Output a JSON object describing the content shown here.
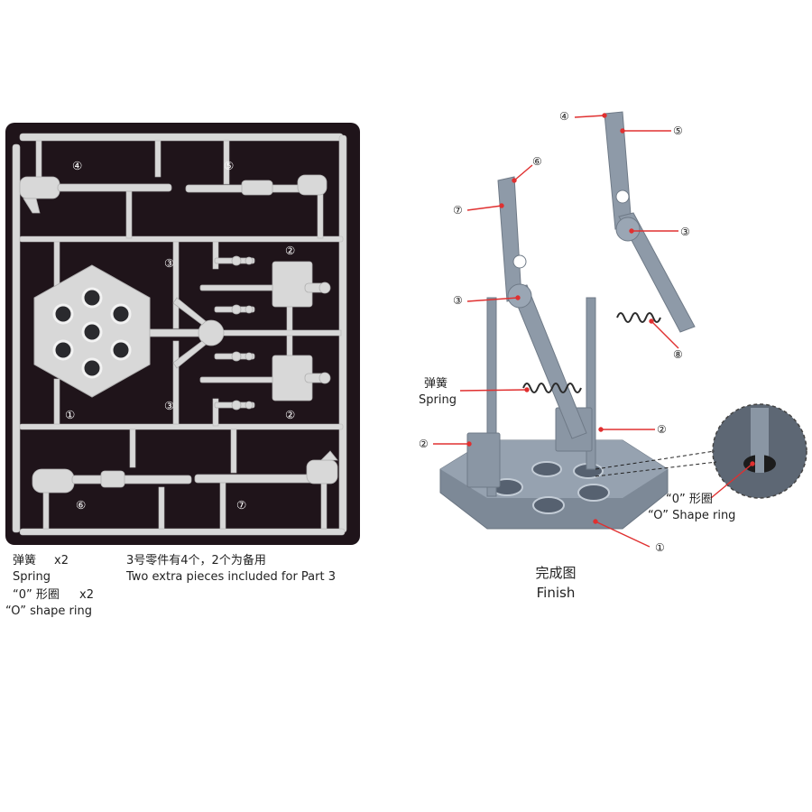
{
  "sprue": {
    "labels": [
      "④",
      "⑤",
      "③",
      "②",
      "③",
      "②",
      "①",
      "⑥",
      "⑦"
    ]
  },
  "notes": {
    "spring_cn": "弹簧",
    "spring_qty": "x2",
    "spring_en": "Spring",
    "oring_cn": "“0” 形圈",
    "oring_qty": "x2",
    "oring_en": "“O” shape ring",
    "extra_cn": "3号零件有4个，2个为备用",
    "extra_en": "Two extra pieces included  for Part 3"
  },
  "assembly": {
    "callouts": [
      "④",
      "⑤",
      "⑥",
      "③",
      "⑦",
      "③",
      "⑧",
      "②",
      "②",
      "①"
    ],
    "spring_cn": "弹簧",
    "spring_en": "Spring",
    "oring_cn": "“0” 形圈",
    "oring_en": "“O” Shape ring",
    "finish_cn": "完成图",
    "finish_en": "Finish"
  },
  "colors": {
    "sprue_panel": "#1f141a",
    "sprue_plastic": "#d8d8d8",
    "part_plastic": "#8c98a6",
    "leader_red": "#e03030"
  }
}
